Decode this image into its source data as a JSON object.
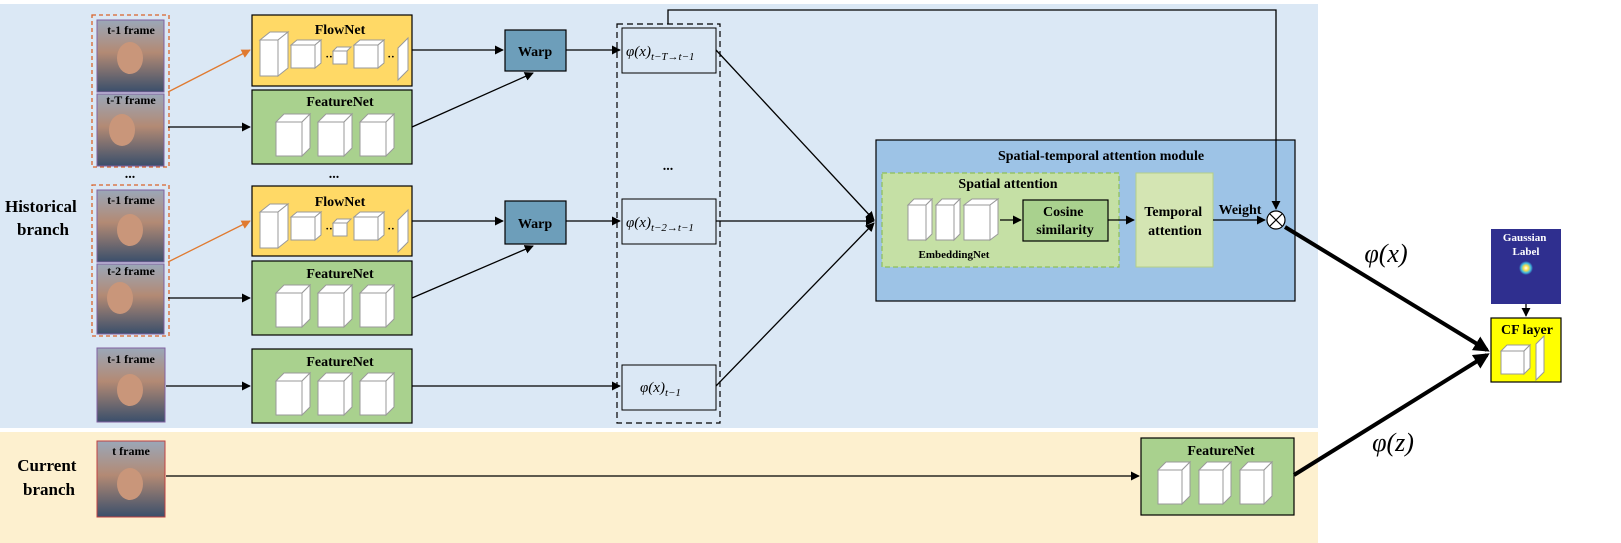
{
  "branches": {
    "historical": [
      "Historical",
      "branch"
    ],
    "current": [
      "Current",
      "branch"
    ]
  },
  "frames": {
    "t1_a": "t-1 frame",
    "tT": "t-T frame",
    "t1_b": "t-1 frame",
    "t2": "t-2 frame",
    "t1_c": "t-1 frame",
    "t": "t frame"
  },
  "nets": {
    "flownet": "FlowNet",
    "featurenet": "FeatureNet",
    "warp": "Warp",
    "embeddingnet": "EmbeddingNet",
    "cf_layer": "CF layer"
  },
  "ellipsis": "...",
  "features": {
    "phi_T": {
      "base": "φ(x)",
      "sub": "t−T→t−1"
    },
    "phi_2": {
      "base": "φ(x)",
      "sub": "t−2→t−1"
    },
    "phi_1": {
      "base": "φ(x)",
      "sub": "t−1"
    },
    "phi_x": "φ(x)",
    "phi_z": "φ(z)"
  },
  "attention": {
    "module_title": "Spatial-temporal attention module",
    "spatial_title": "Spatial attention",
    "cosine": [
      "Cosine",
      "similarity"
    ],
    "temporal": [
      "Temporal",
      "attention"
    ],
    "weight": "Weight"
  },
  "gaussian": [
    "Gaussian",
    "Label"
  ],
  "colors": {
    "historical_bg": "#dbe8f5",
    "current_bg": "#fdf0cf",
    "flownet": "#ffd966",
    "featurenet": "#a9d18e",
    "warp": "#6d9eba",
    "attention_module": "#9dc3e6",
    "spatial": "#c5e0a5",
    "cosine": "#a9d18e",
    "temporal": "#d4e5b3",
    "gaussian": "#2f2f8f",
    "cf_layer": "#ffff00",
    "orange_arrow": "#e07a30"
  }
}
